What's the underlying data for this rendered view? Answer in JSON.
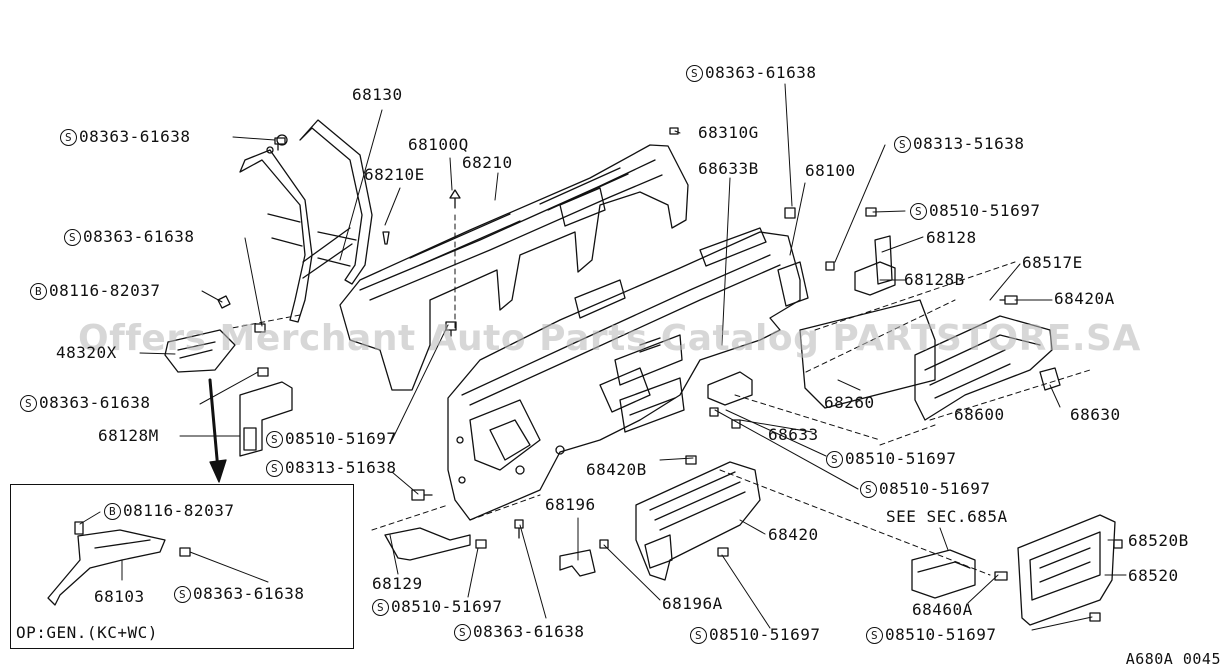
{
  "watermark": "Offers Merchant Auto Parts Catalog PARTSTORE.SA",
  "diagram_code": "A680A 0045",
  "inset_note": "OP:GEN.(KC+WC)",
  "see_section": "SEE SEC.685A",
  "callouts": {
    "c01": {
      "mark": "",
      "code": "68130"
    },
    "c02": {
      "mark": "S",
      "code": "08363-61638"
    },
    "c03": {
      "mark": "",
      "code": "68210E"
    },
    "c04": {
      "mark": "",
      "code": "68100Q"
    },
    "c05": {
      "mark": "",
      "code": "68210"
    },
    "c06": {
      "mark": "S",
      "code": "08363-61638"
    },
    "c07": {
      "mark": "",
      "code": "68310G"
    },
    "c08": {
      "mark": "",
      "code": "68633B"
    },
    "c09": {
      "mark": "",
      "code": "68100"
    },
    "c10": {
      "mark": "S",
      "code": "08313-51638"
    },
    "c11": {
      "mark": "S",
      "code": "08510-51697"
    },
    "c12": {
      "mark": "",
      "code": "68128"
    },
    "c13": {
      "mark": "",
      "code": "68128B"
    },
    "c14": {
      "mark": "",
      "code": "68517E"
    },
    "c15": {
      "mark": "",
      "code": "68420A"
    },
    "c16": {
      "mark": "S",
      "code": "08363-61638"
    },
    "c17": {
      "mark": "B",
      "code": "08116-82037"
    },
    "c18": {
      "mark": "",
      "code": "48320X"
    },
    "c19": {
      "mark": "S",
      "code": "08363-61638"
    },
    "c20": {
      "mark": "",
      "code": "68128M"
    },
    "c21": {
      "mark": "S",
      "code": "08510-51697"
    },
    "c22": {
      "mark": "S",
      "code": "08313-51638"
    },
    "c23": {
      "mark": "",
      "code": "68260"
    },
    "c24": {
      "mark": "",
      "code": "68600"
    },
    "c25": {
      "mark": "",
      "code": "68630"
    },
    "c26": {
      "mark": "",
      "code": "68633"
    },
    "c27": {
      "mark": "S",
      "code": "08510-51697"
    },
    "c28": {
      "mark": "",
      "code": "68420B"
    },
    "c29": {
      "mark": "S",
      "code": "08510-51697"
    },
    "c30": {
      "mark": "",
      "code": "68196"
    },
    "c31": {
      "mark": "",
      "code": "68420"
    },
    "c32": {
      "mark": "",
      "code": "68129"
    },
    "c33": {
      "mark": "S",
      "code": "08510-51697"
    },
    "c34": {
      "mark": "S",
      "code": "08363-61638"
    },
    "c35": {
      "mark": "",
      "code": "68196A"
    },
    "c36": {
      "mark": "S",
      "code": "08510-51697"
    },
    "c37": {
      "mark": "S",
      "code": "08510-51697"
    },
    "c38": {
      "mark": "",
      "code": "68460A"
    },
    "c39": {
      "mark": "",
      "code": "68520B"
    },
    "c40": {
      "mark": "",
      "code": "68520"
    },
    "c41": {
      "mark": "B",
      "code": "08116-82037"
    },
    "c42": {
      "mark": "",
      "code": "68103"
    },
    "c43": {
      "mark": "S",
      "code": "08363-61638"
    }
  }
}
